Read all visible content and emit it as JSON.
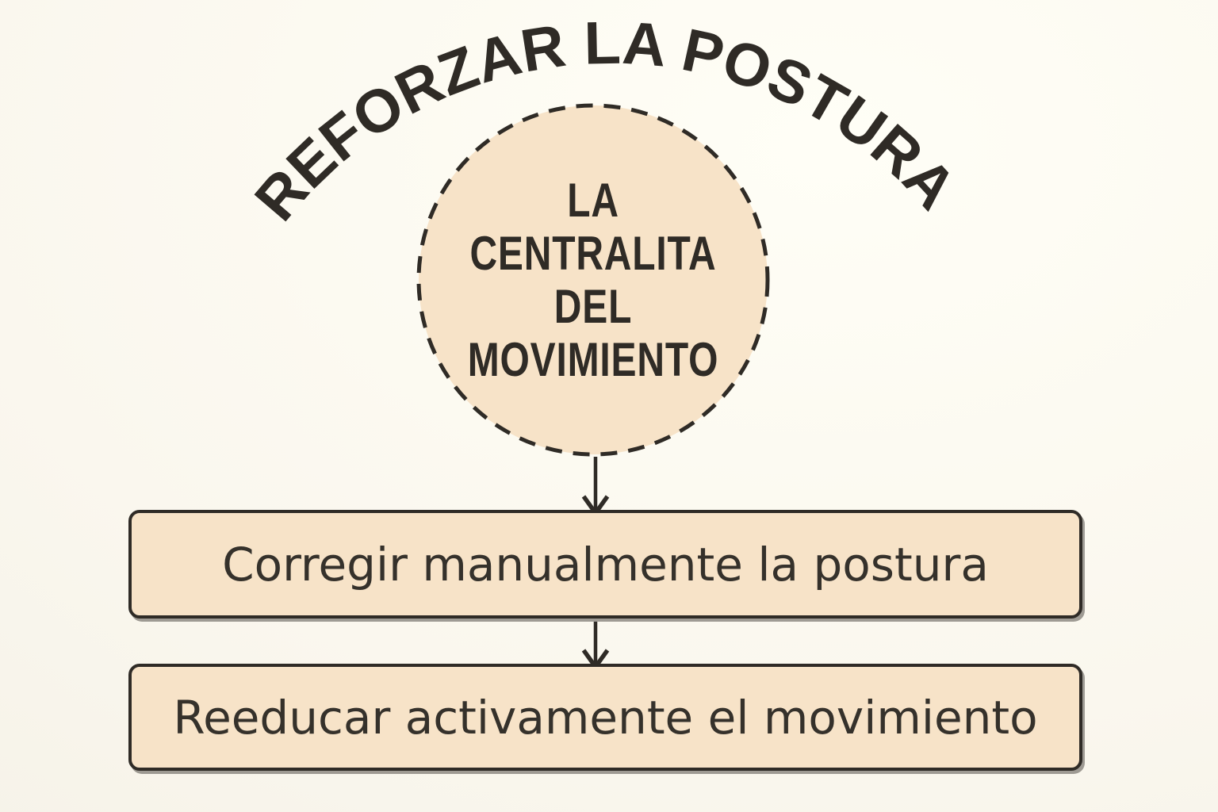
{
  "title": {
    "text": "REFORZAR LA POSTURA"
  },
  "circle": {
    "label": "LA\nCENTRALITA\nDEL\nMOVIMIENTO"
  },
  "steps": [
    {
      "label": "Corregir manualmente la postura"
    },
    {
      "label": "Reeducar activamente el movimiento"
    }
  ],
  "colors": {
    "background": "#faf7ee",
    "shape_fill": "#f7e3c8",
    "ink": "#2f2b26"
  }
}
